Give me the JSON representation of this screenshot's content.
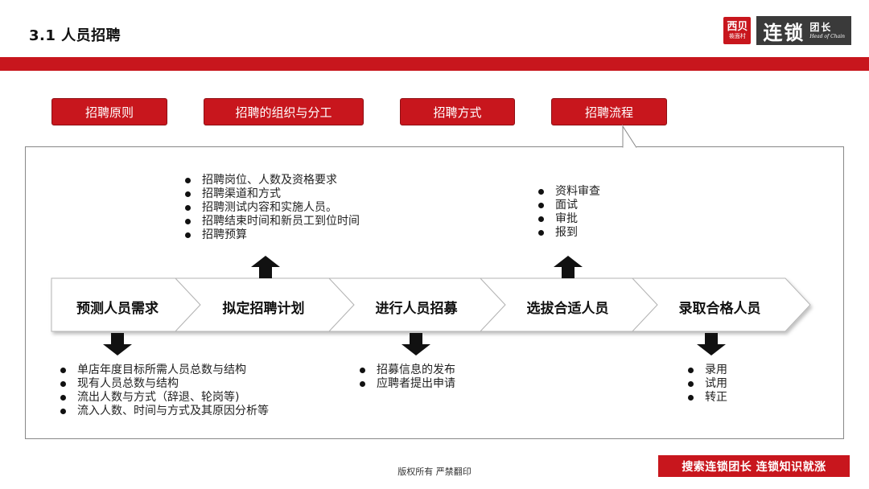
{
  "slide": {
    "title": "3.1 人员招聘"
  },
  "brand": {
    "badge_line1": "西贝",
    "badge_line2": "莜面村",
    "name": "连锁",
    "tag": "团长",
    "tagline": "Head of Chain"
  },
  "tabs": [
    {
      "label": "招聘原则"
    },
    {
      "label": "招聘的组织与分工"
    },
    {
      "label": "招聘方式"
    },
    {
      "label": "招聘流程"
    }
  ],
  "flow": {
    "steps": [
      {
        "label": "预测人员需求"
      },
      {
        "label": "拟定招聘计划"
      },
      {
        "label": "进行人员招募"
      },
      {
        "label": "选拔合适人员"
      },
      {
        "label": "录取合格人员"
      }
    ]
  },
  "notes": {
    "plan": [
      "招聘岗位、人数及资格要求",
      "招聘渠道和方式",
      "招聘测试内容和实施人员。",
      "招聘结束时间和新员工到位时间",
      "招聘预算"
    ],
    "select": [
      "资料审查",
      "面试",
      "审批",
      "报到"
    ],
    "forecast": [
      "单店年度目标所需人员总数与结构",
      "现有人员总数与结构",
      "流出人数与方式（辞退、轮岗等)",
      "流入人数、时间与方式及其原因分析等"
    ],
    "recruit": [
      "招募信息的发布",
      "应聘者提出申请"
    ],
    "hire": [
      "录用",
      "试用",
      "转正"
    ]
  },
  "footer": {
    "copyright": "版权所有 严禁翻印",
    "search_banner": "搜索连锁团长 连锁知识就涨"
  },
  "colors": {
    "accent": "#c8161d",
    "dark": "#3a3a3a"
  }
}
